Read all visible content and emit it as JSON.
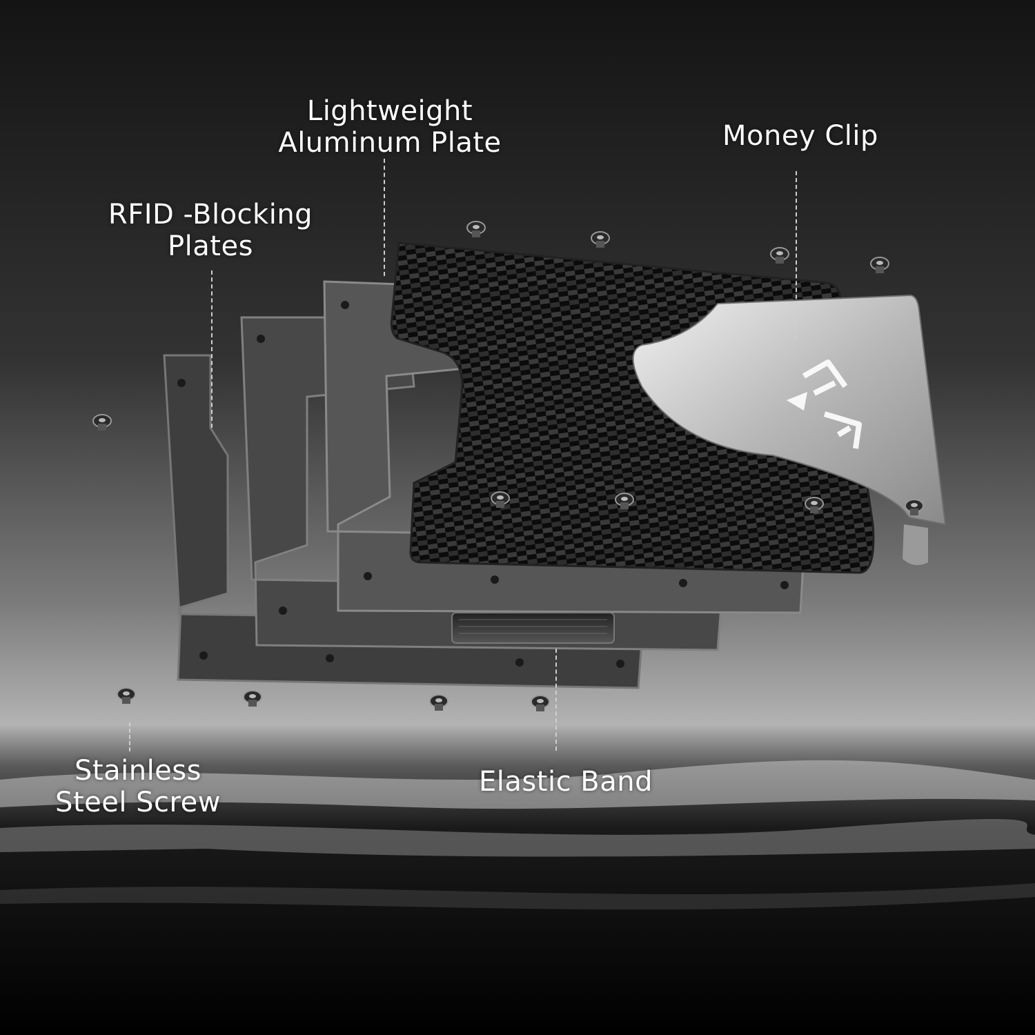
{
  "labels": {
    "aluminum_plate": {
      "line1": "Lightweight",
      "line2": "Aluminum Plate"
    },
    "money_clip": {
      "line1": "Money Clip"
    },
    "rfid_plates": {
      "line1": "RFID -Blocking",
      "line2": "Plates"
    },
    "screw": {
      "line1": "Stainless",
      "line2": "Steel Screw"
    },
    "elastic_band": {
      "line1": "Elastic Band"
    }
  },
  "colors": {
    "background_top": "#3a3a3a",
    "background_mid": "#9a9a9a",
    "background_bottom": "#050505",
    "label_text": "#ffffff",
    "carbon_fiber": "#151515",
    "plate": "#4d4d4d",
    "clip_metal": "#c8c8c8"
  },
  "icons": {
    "logo": "fr-monogram-logo",
    "screw": "screw-icon"
  }
}
